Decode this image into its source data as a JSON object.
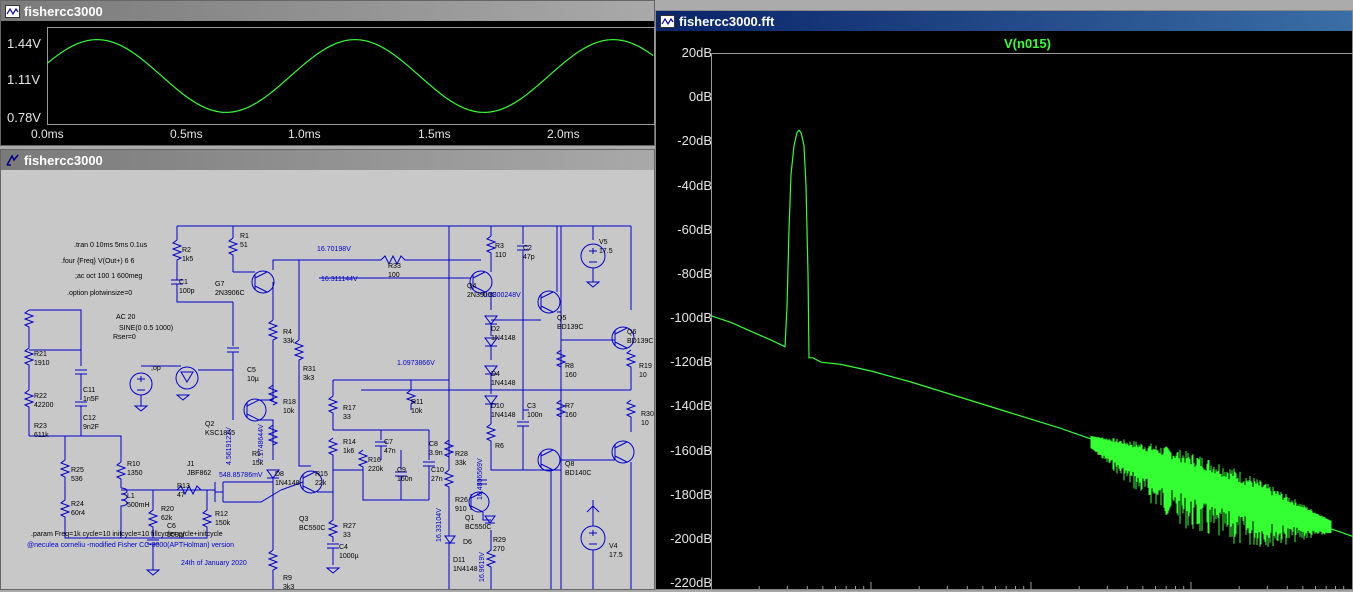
{
  "windows": {
    "transient": {
      "title": "fishercc3000",
      "y_labels": [
        "1.44V",
        "1.11V",
        "0.78V"
      ],
      "x_labels": [
        "0.0ms",
        "0.5ms",
        "1.0ms",
        "1.5ms",
        "2.0ms"
      ]
    },
    "schematic": {
      "title": "fishercc3000",
      "directives": [
        ".tran 0 10ms 5ms 0.1us",
        ".four {Freq} V(Out+) 6 6",
        ";ac oct 100 1 600meg",
        ".option plotwinsize=0",
        ".param Freq=1k cycle=10 initcycle=10 fillcycle=cycle+initcycle",
        "@neculea corneliu -modified Fisher CC-3000(APTHolman) version",
        "24th of January 2020"
      ],
      "source_labels": [
        "AC 20",
        "SINE(0 0.5 1000)",
        "Rser=0",
        ";op"
      ],
      "components": [
        {
          "ref": "R1",
          "val": "51"
        },
        {
          "ref": "R2",
          "val": "1k5"
        },
        {
          "ref": "C1",
          "val": "100p"
        },
        {
          "ref": "G7",
          "val": "2N3906C"
        },
        {
          "ref": "R33",
          "val": "100"
        },
        {
          "ref": "R3",
          "val": "110"
        },
        {
          "ref": "C2",
          "val": "47p"
        },
        {
          "ref": "V5",
          "val": "17.5"
        },
        {
          "ref": "Q4",
          "val": "2N3906C"
        },
        {
          "ref": "Q5",
          "val": "BD139C"
        },
        {
          "ref": "Q6",
          "val": "BD139C"
        },
        {
          "ref": "R21",
          "val": "1910"
        },
        {
          "ref": "R22",
          "val": "42200"
        },
        {
          "ref": "R23",
          "val": "611k"
        },
        {
          "ref": "C11",
          "val": "1n5F"
        },
        {
          "ref": "C12",
          "val": "9n2F"
        },
        {
          "ref": "R4",
          "val": "33k"
        },
        {
          "ref": "C5",
          "val": "10µ"
        },
        {
          "ref": "R31",
          "val": "3k3"
        },
        {
          "ref": "R18",
          "val": "10k"
        },
        {
          "ref": "Q2",
          "val": "KSC1845"
        },
        {
          "ref": "R17",
          "val": "33"
        },
        {
          "ref": "R11",
          "val": "10k"
        },
        {
          "ref": "C7",
          "val": "47n"
        },
        {
          "ref": "C8",
          "val": "3.9n"
        },
        {
          "ref": "R14",
          "val": "1k6"
        },
        {
          "ref": "R16",
          "val": "220k"
        },
        {
          "ref": "C9",
          "val": "160n"
        },
        {
          "ref": "C10",
          "val": "27n"
        },
        {
          "ref": "D2",
          "val": "1N4148"
        },
        {
          "ref": "D4",
          "val": "1N4148"
        },
        {
          "ref": "D10",
          "val": "1N4148"
        },
        {
          "ref": "C3",
          "val": "100n"
        },
        {
          "ref": "R8",
          "val": "160"
        },
        {
          "ref": "R7",
          "val": "160"
        },
        {
          "ref": "R19",
          "val": "10"
        },
        {
          "ref": "R30",
          "val": "10"
        },
        {
          "ref": "Q8",
          "val": "BD140C"
        },
        {
          "ref": "R25",
          "val": "536"
        },
        {
          "ref": "R24",
          "val": "60r4"
        },
        {
          "ref": "R10",
          "val": "1350"
        },
        {
          "ref": "L1",
          "val": "500mH"
        },
        {
          "ref": "R13",
          "val": "47"
        },
        {
          "ref": "J1",
          "val": "JBF862"
        },
        {
          "ref": "R20",
          "val": "62k"
        },
        {
          "ref": "C6",
          "val": "500pf"
        },
        {
          "ref": "R12",
          "val": "150k"
        },
        {
          "ref": "D8",
          "val": "1N4148"
        },
        {
          "ref": "Q3",
          "val": "BC550C"
        },
        {
          "ref": "R15",
          "val": "22k"
        },
        {
          "ref": "R27",
          "val": "33"
        },
        {
          "ref": "C4",
          "val": "1000µ"
        },
        {
          "ref": "R28",
          "val": "33k"
        },
        {
          "ref": "R26",
          "val": "910"
        },
        {
          "ref": "Q1",
          "val": "BC550C"
        },
        {
          "ref": "D6",
          "val": ""
        },
        {
          "ref": "D11",
          "val": "1N4148"
        },
        {
          "ref": "R29",
          "val": "270"
        },
        {
          "ref": "V4",
          "val": "17.5"
        },
        {
          "ref": "R9",
          "val": "3k3"
        },
        {
          "ref": "R5",
          "val": "15k"
        },
        {
          "ref": "R6",
          "val": ""
        }
      ],
      "node_voltages": [
        "16.70198V",
        "16.311144V",
        "0.3800248V",
        "1.0973866V",
        "4.5619122V",
        "7.1748644V",
        "548.85786mV",
        "16.33104V",
        "16.9619V",
        "16.4806569V"
      ]
    },
    "fft": {
      "title": "fishercc3000.fft",
      "trace_label": "V(n015)",
      "y_labels": [
        "20dB",
        "0dB",
        "-20dB",
        "-40dB",
        "-60dB",
        "-80dB",
        "-100dB",
        "-120dB",
        "-140dB",
        "-160dB",
        "-180dB",
        "-200dB",
        "-220dB"
      ]
    }
  },
  "colors": {
    "trace": "#33ff33",
    "plot_bg": "#000000",
    "schematic_bg": "#c8c8c8",
    "wire": "#0000cc",
    "title_active": "#0a246a",
    "title_inactive": "#808080"
  }
}
